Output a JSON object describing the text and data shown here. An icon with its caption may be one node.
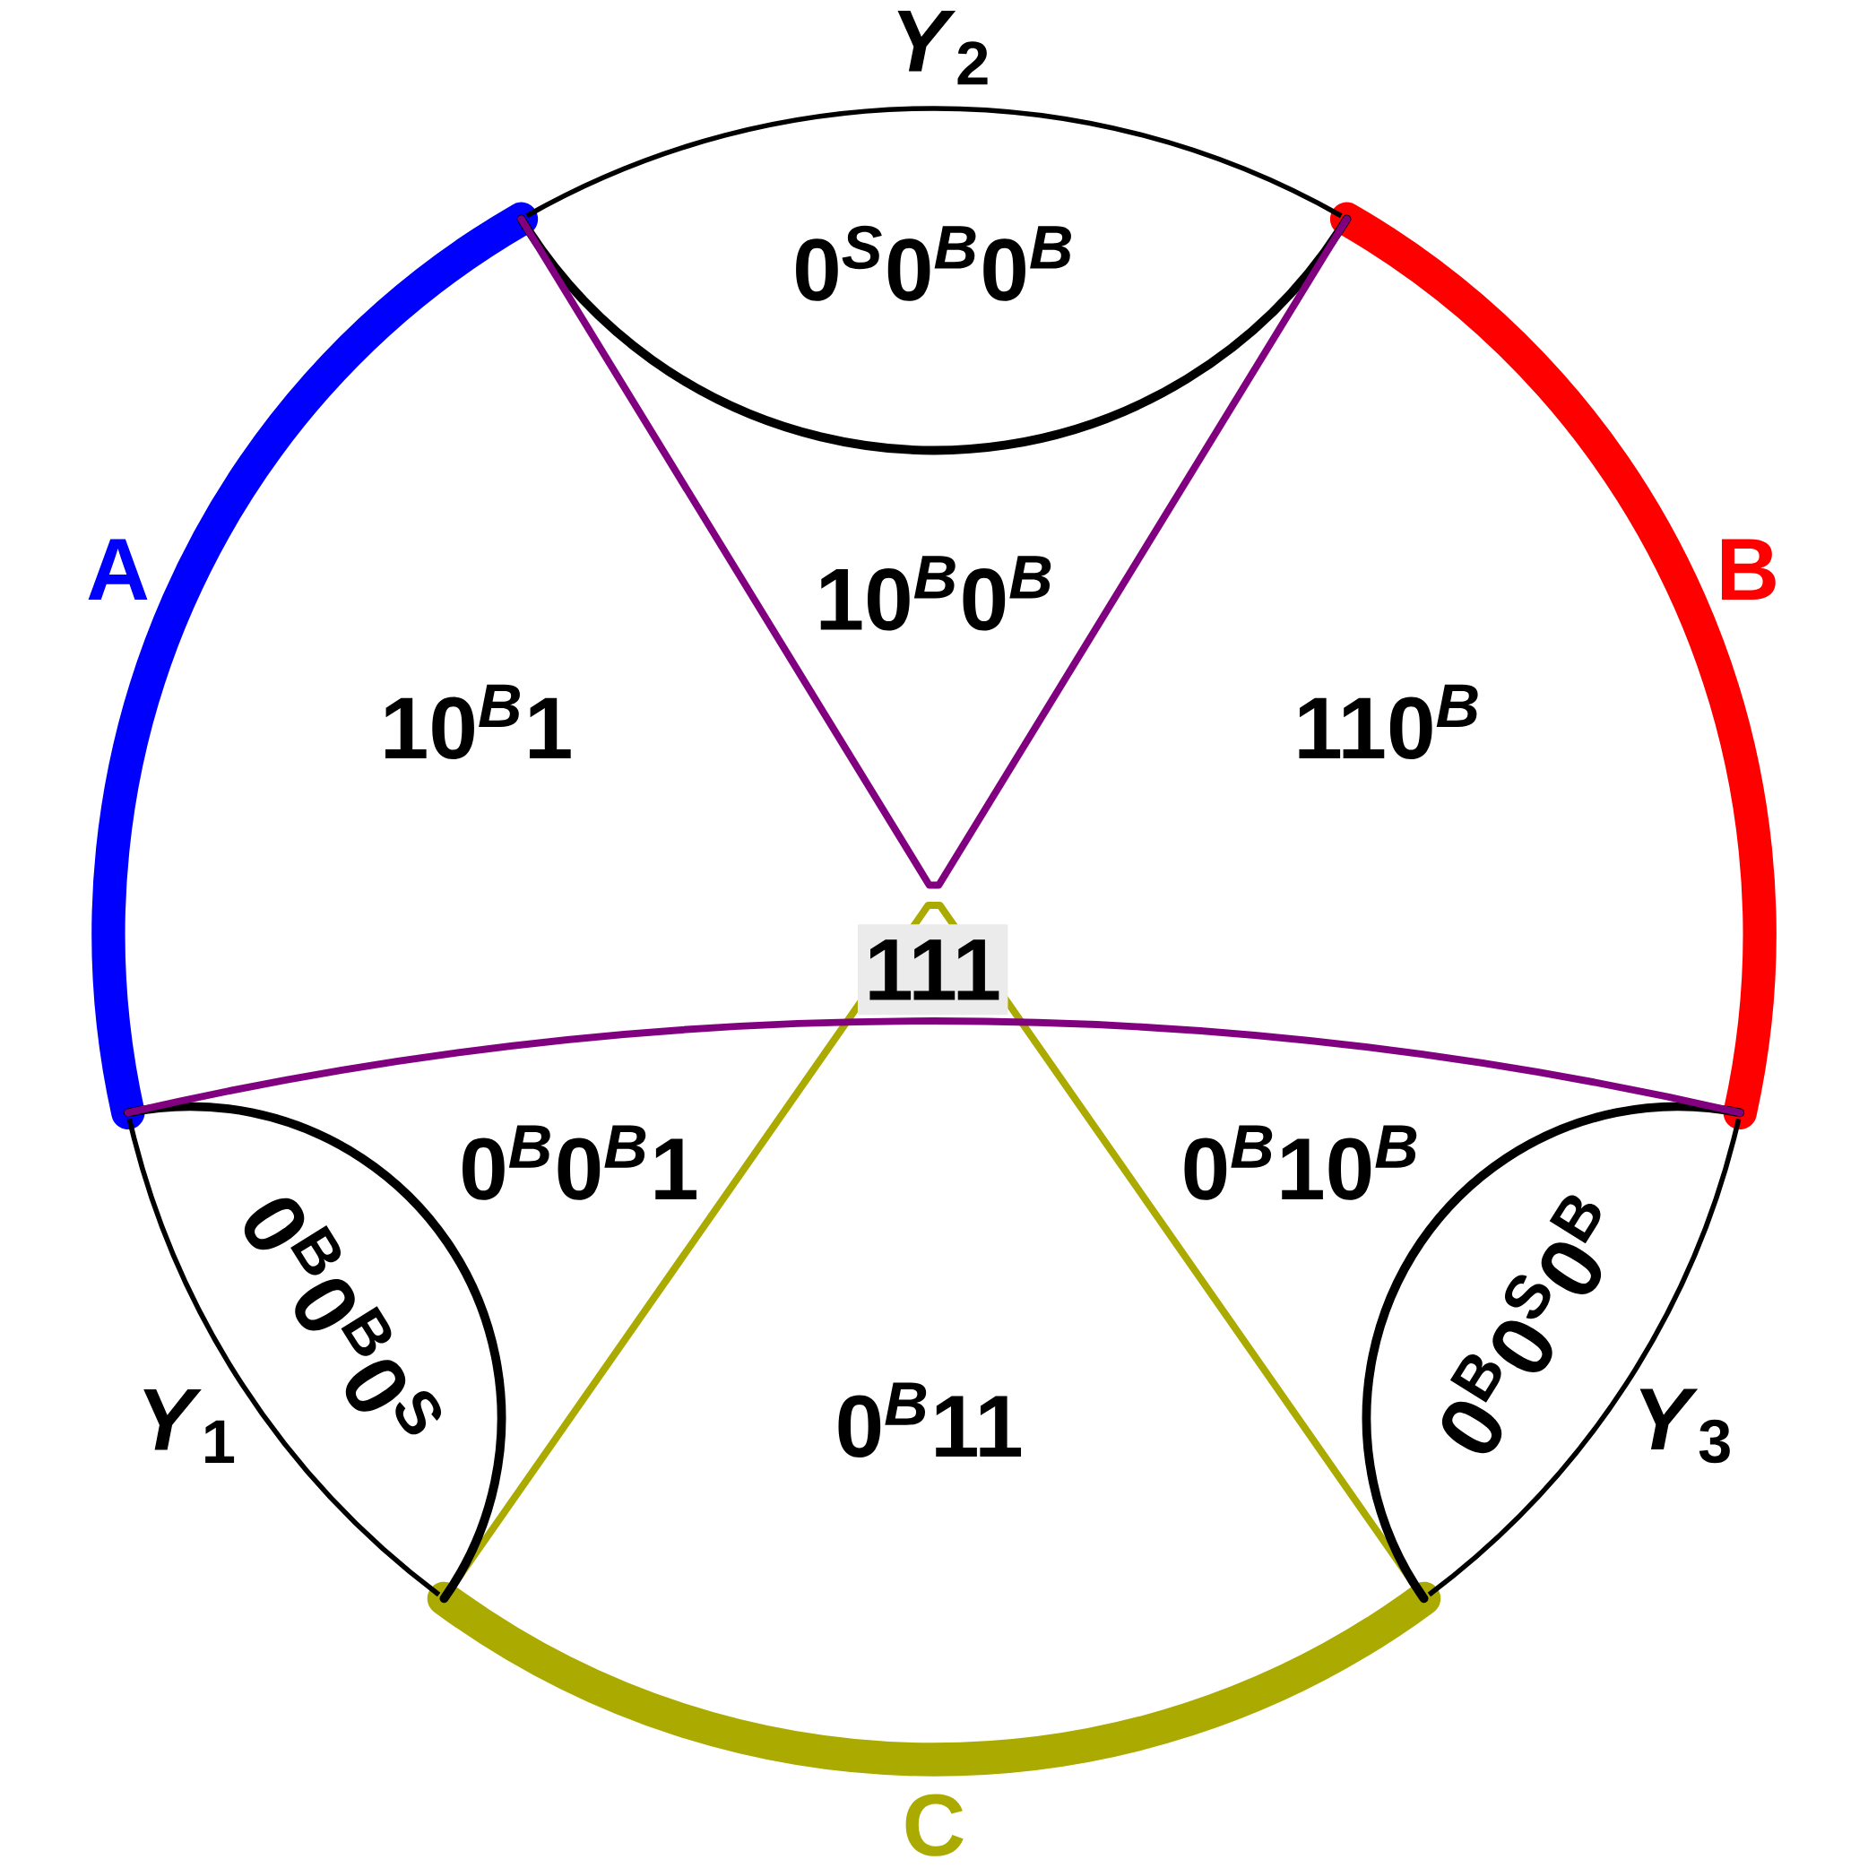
{
  "diagram": {
    "nodes": [
      {
        "text": [
          "111"
        ]
      }
    ],
    "labels": [
      "*Y*$_{2}$",
      "0$^{S}$0$^{B}$0$^{B}$",
      "A",
      "10$^{B}$0$^{B}$",
      "B",
      "10$^{B}$1",
      "110$^{B}$",
      "0$^{B}$0$^{B}$1",
      "0$^{B}$10$^{B}$",
      "0$^{B}$0$^{B}$0$^{S}$",
      "0$^{B}$0$^{S}$0$^{B}$",
      "*Y*$_{1}$",
      "0$^{B}$11",
      "*Y*$_{3}$",
      "C"
    ]
  }
}
